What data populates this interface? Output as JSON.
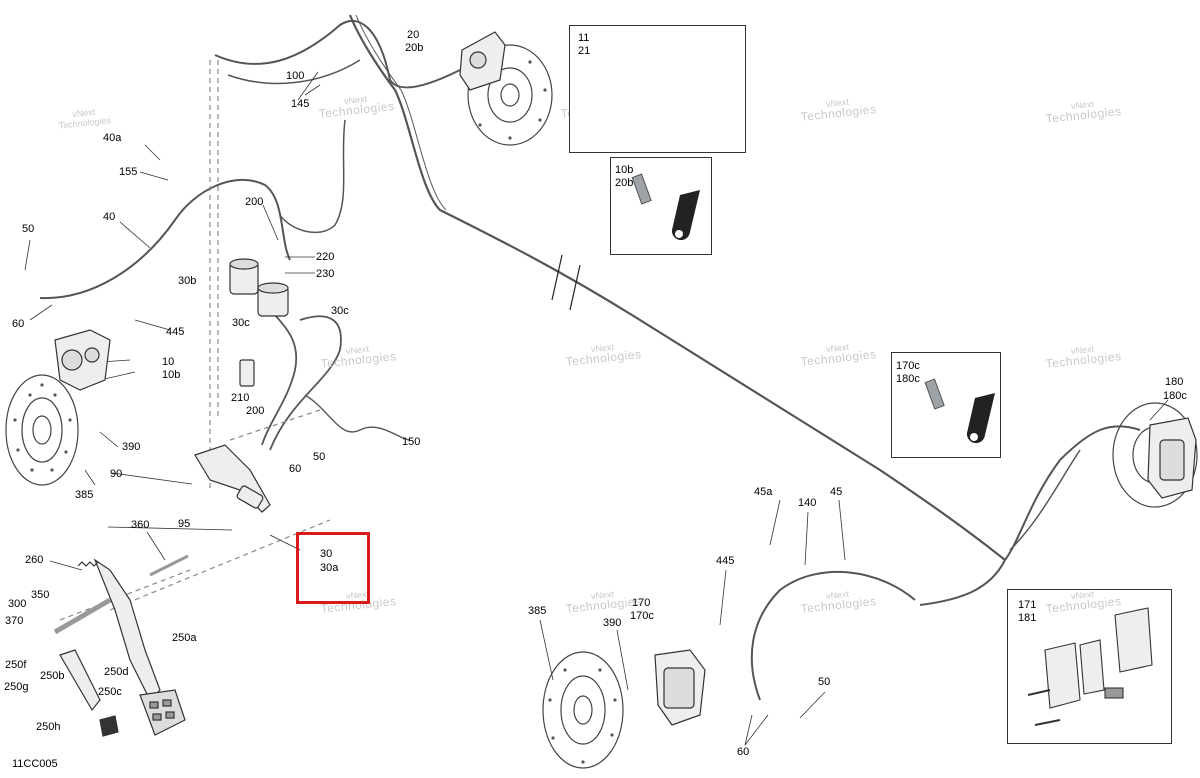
{
  "diagram_code": "11CC005",
  "watermark": {
    "line1": "vNext",
    "line2": "Technologies",
    "full": "vNext Technologies"
  },
  "highlight_color": "#d81a1a",
  "callouts": {
    "c100": "100",
    "c145": "145",
    "c20": "20",
    "c20b": "20b",
    "c40a": "40a",
    "c155": "155",
    "c40": "40",
    "c50a": "50",
    "c60a": "60",
    "c200a": "200",
    "c220": "220",
    "c230": "230",
    "c30b": "30b",
    "c30c_left": "30c",
    "c30c_right": "30c",
    "c445a": "445",
    "c10": "10",
    "c10b": "10b",
    "c210": "210",
    "c200b": "200",
    "c390a": "390",
    "c385a": "385",
    "c150": "150",
    "c50b": "50",
    "c60b": "60",
    "c90": "90",
    "c95": "95",
    "c360": "360",
    "c30": "30",
    "c30a": "30a",
    "c260": "260",
    "c300": "300",
    "c350": "350",
    "c370": "370",
    "c250a": "250a",
    "c250d": "250d",
    "c250f": "250f",
    "c250g": "250g",
    "c250b": "250b",
    "c250c": "250c",
    "c250h": "250h",
    "c45a": "45a",
    "c140": "140",
    "c45": "45",
    "c445b": "445",
    "c385b": "385",
    "c390b": "390",
    "c170": "170",
    "c170c": "170c",
    "c50c": "50",
    "c60c": "60",
    "c180": "180",
    "c180c": "180c"
  },
  "inset_pads_front": {
    "line1": "11",
    "line2": "21"
  },
  "inset_bleeder_front": {
    "line1": "10b",
    "line2": "20b"
  },
  "inset_bleeder_rear": {
    "line1": "170c",
    "line2": "180c"
  },
  "inset_pads_rear": {
    "line1": "171",
    "line2": "181"
  }
}
